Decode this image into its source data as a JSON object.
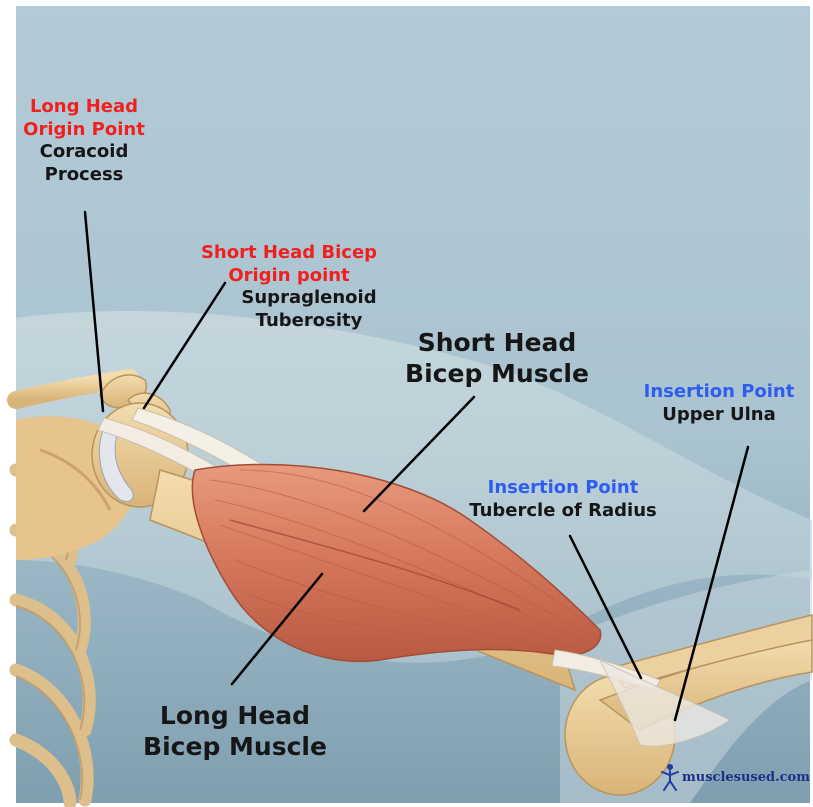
{
  "labels": {
    "long_head_origin": {
      "title1": "Long Head",
      "title2": "Origin Point",
      "sub1": "Coracoid",
      "sub2": "Process"
    },
    "short_head_origin": {
      "title1": "Short Head Bicep",
      "title2": "Origin point",
      "sub1": "Supraglenoid",
      "sub2": "Tuberosity"
    },
    "short_head_muscle": {
      "line1": "Short Head",
      "line2": "Bicep Muscle"
    },
    "long_head_muscle": {
      "line1": "Long Head",
      "line2": "Bicep Muscle"
    },
    "insertion_radius": {
      "title": "Insertion Point",
      "sub": "Tubercle of Radius"
    },
    "insertion_ulna": {
      "title": "Insertion Point",
      "sub": "Upper Ulna"
    }
  },
  "watermark": {
    "text": "musclesused.com",
    "icon": "human-figure-icon"
  },
  "colors": {
    "background": "#a9c3cf",
    "label_red": "#f02020",
    "label_blue": "#2e5bf0",
    "label_black": "#161616",
    "bone": "#e8c894",
    "muscle": "#d4765a",
    "tendon": "#f2ece2"
  }
}
